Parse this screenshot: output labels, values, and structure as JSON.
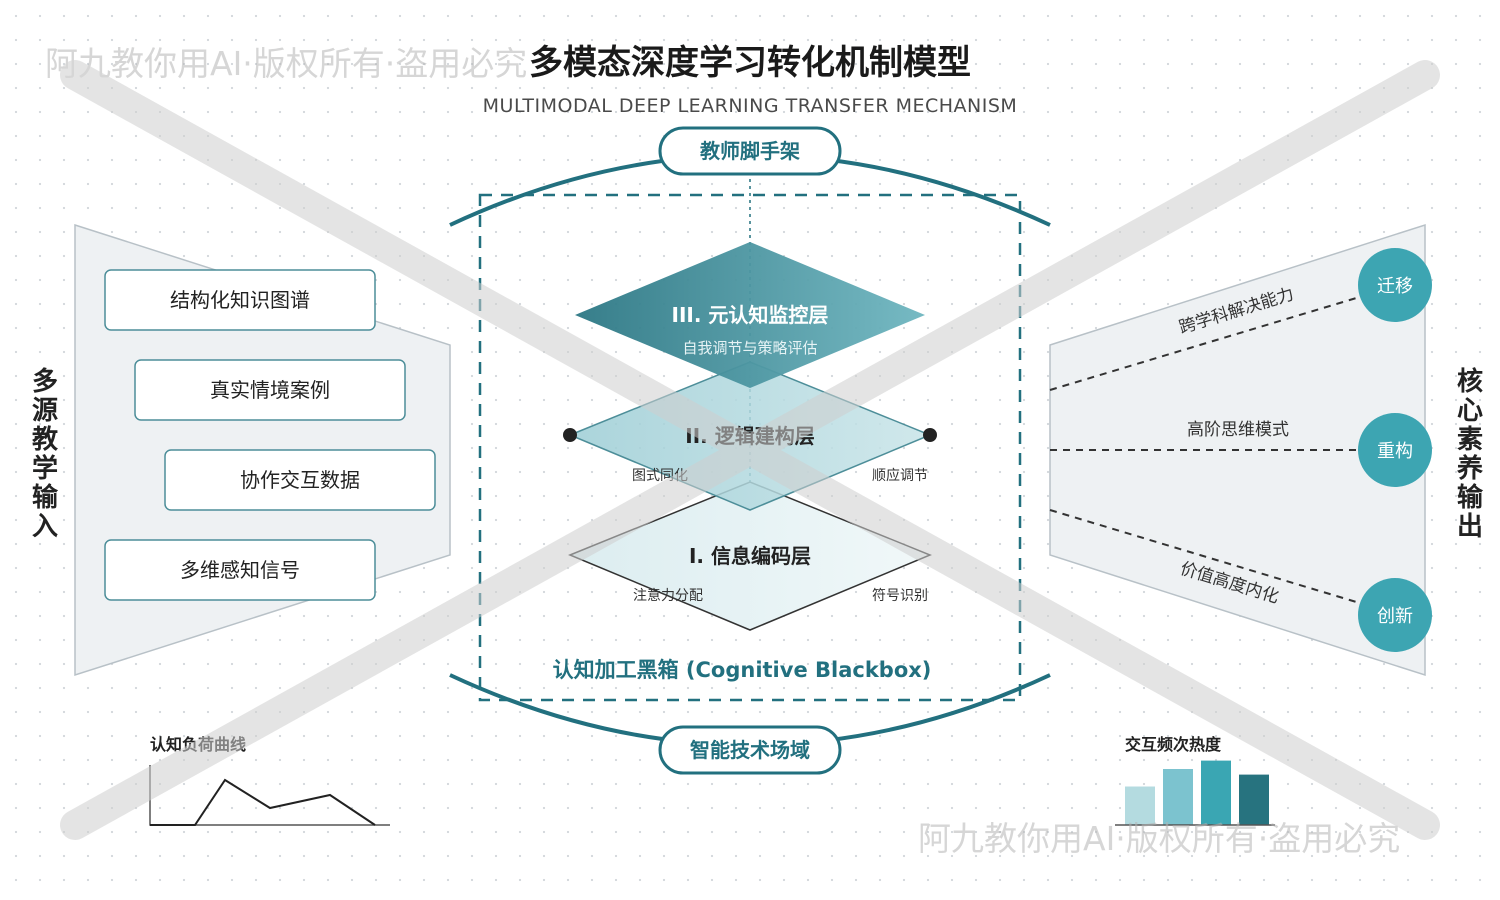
{
  "title": "多模态深度学习转化机制模型",
  "subtitle": "MULTIMODAL DEEP LEARNING TRANSFER MECHANISM",
  "watermark": "阿九教你用AI·版权所有·盗用必究",
  "teacher_scaffold": "教师脚手架",
  "tech_field": "智能技术场域",
  "blackbox_label": "认知加工黑箱 (Cognitive Blackbox)",
  "layers": {
    "meta": {
      "title": "III. 元认知监控层",
      "subtitle": "自我调节与策略评估"
    },
    "logic": {
      "title": "II. 逻辑建构层",
      "left": "图式同化",
      "right": "顺应调节"
    },
    "info": {
      "title": "I. 信息编码层",
      "left": "注意力分配",
      "right": "符号识别"
    }
  },
  "input": {
    "title": "多源教学输入",
    "items": [
      "结构化知识图谱",
      "真实情境案例",
      "协作交互数据",
      "多维感知信号"
    ]
  },
  "output": {
    "title": "核心素养输出",
    "paths": [
      {
        "label": "跨学科解决能力",
        "node": "迁移"
      },
      {
        "label": "高阶思维模式",
        "node": "重构"
      },
      {
        "label": "价值高度内化",
        "node": "创新"
      }
    ]
  },
  "load_curve": {
    "title": "认知负荷曲线"
  },
  "frequency": {
    "title": "交互频次热度",
    "values": [
      0.55,
      0.8,
      0.92,
      0.72
    ]
  },
  "colors": {
    "teal_dark": "#22707f",
    "teal_mid": "#3a9aa8",
    "teal_node": "#3da5b2",
    "panel_fill": "#eef1f3",
    "panel_stroke": "#b8c1c7",
    "box_stroke": "#4d8e99",
    "bars": [
      "#b4dbe0",
      "#7cc3cf",
      "#3aa6b3",
      "#27737f"
    ]
  }
}
